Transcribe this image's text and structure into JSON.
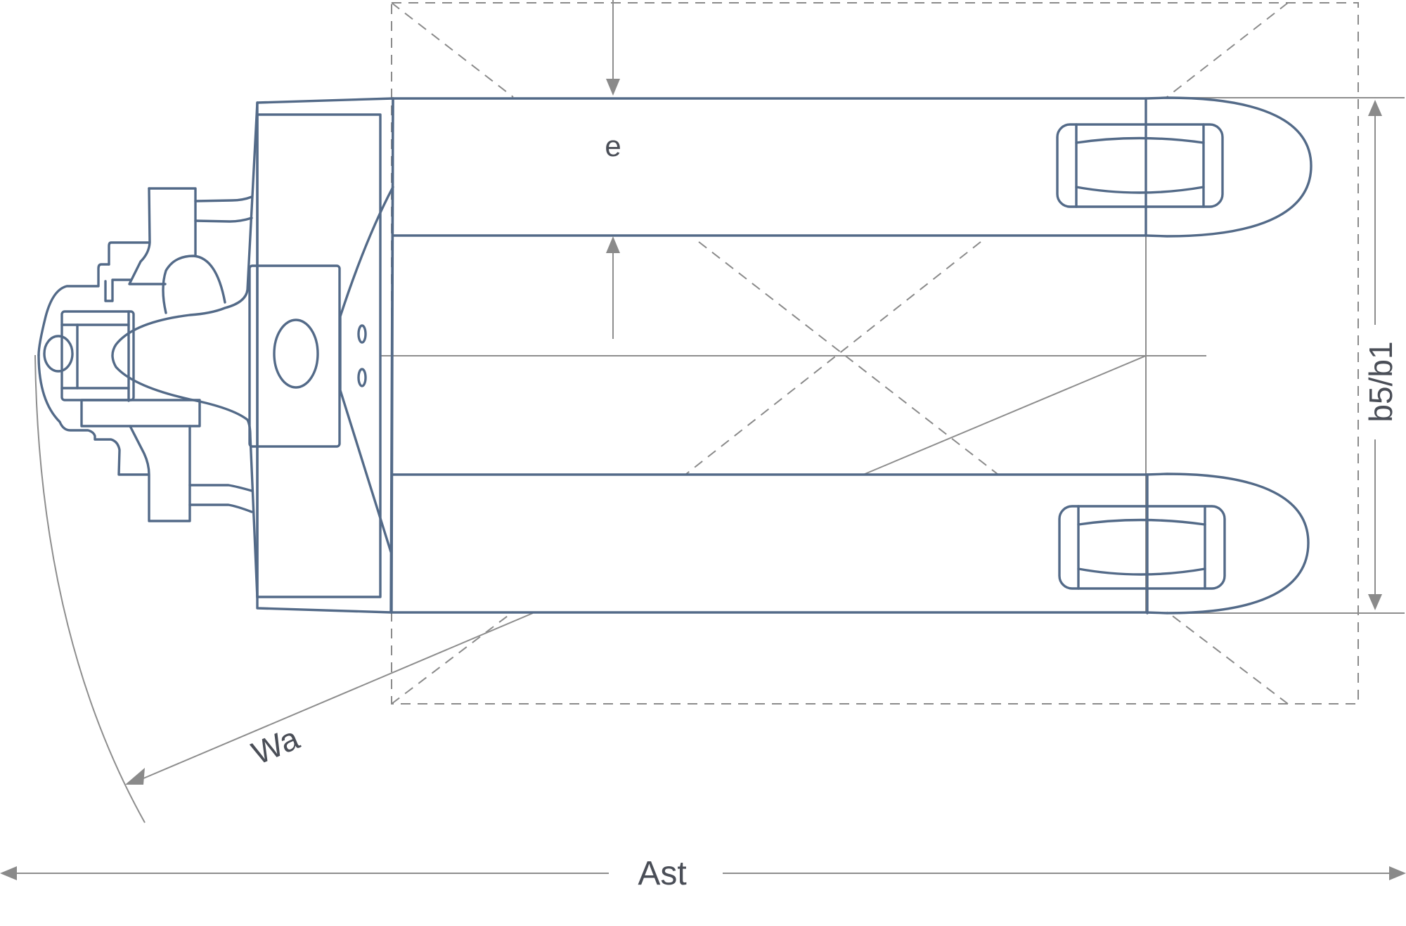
{
  "diagram": {
    "description_labels": {
      "e": "e",
      "b5_b1": "b5/b1",
      "wa": "Wa",
      "ast": "Ast"
    },
    "colors": {
      "truck_stroke": "#536a88",
      "dimension_stroke": "#8a8a8a",
      "text": "#4a4e57",
      "background": "#ffffff"
    }
  }
}
